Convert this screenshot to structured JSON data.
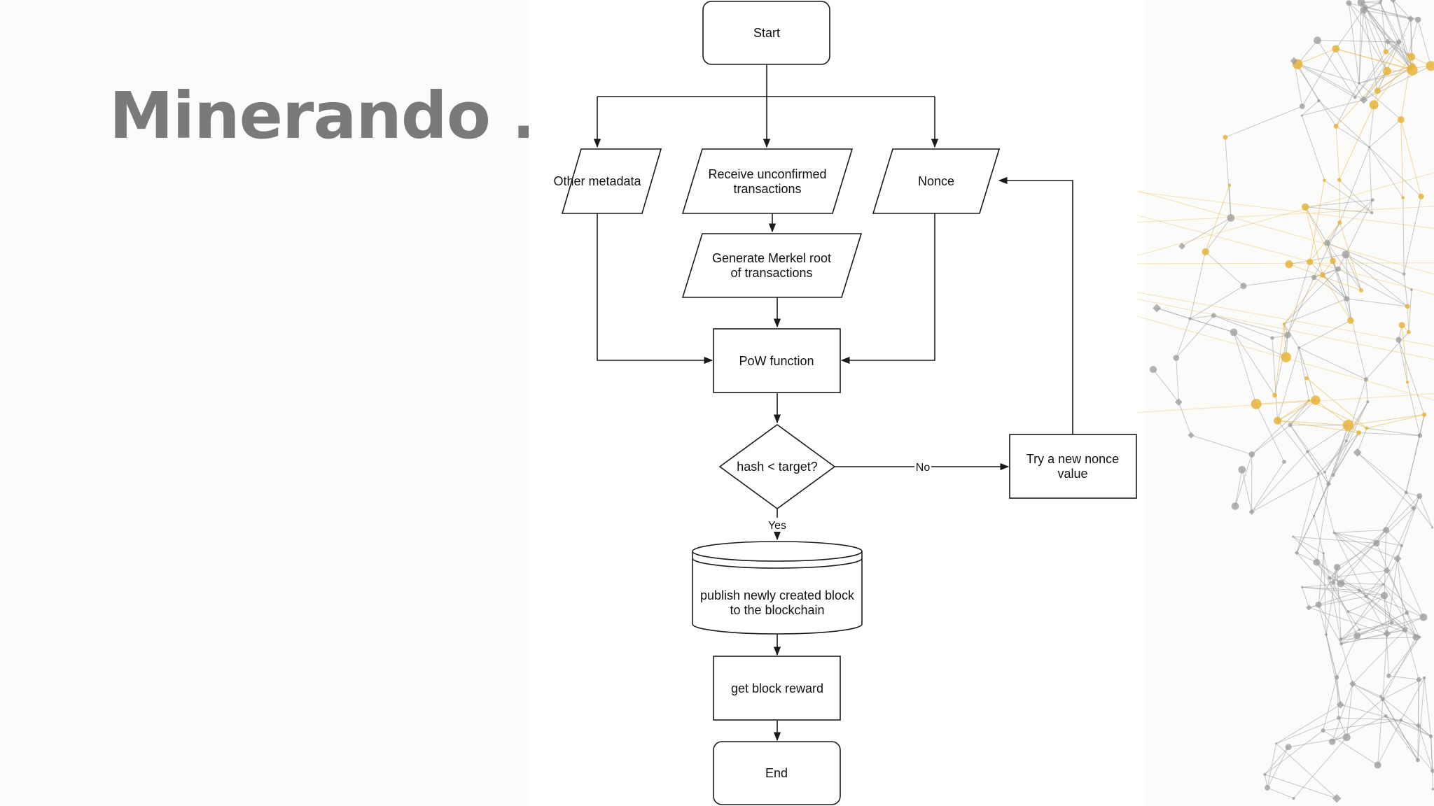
{
  "slide": {
    "title": "Minerando ..."
  },
  "flowchart": {
    "start": "Start",
    "other_metadata": "Other metadata",
    "receive_tx": [
      "Receive unconfirmed",
      "transactions"
    ],
    "nonce": "Nonce",
    "merkle": [
      "Generate Merkel root",
      "of transactions"
    ],
    "pow": "PoW function",
    "decision": "hash < target?",
    "no_label": "No",
    "yes_label": "Yes",
    "try_nonce": [
      "Try a new nonce",
      "value"
    ],
    "publish": [
      "publish newly created block",
      "to the blockchain"
    ],
    "reward": "get block reward",
    "end": "End"
  },
  "decoration": {
    "accent_gold": "#e8b43a",
    "node_gray": "#9a9a9a",
    "description_note": "network-graph-pattern"
  }
}
